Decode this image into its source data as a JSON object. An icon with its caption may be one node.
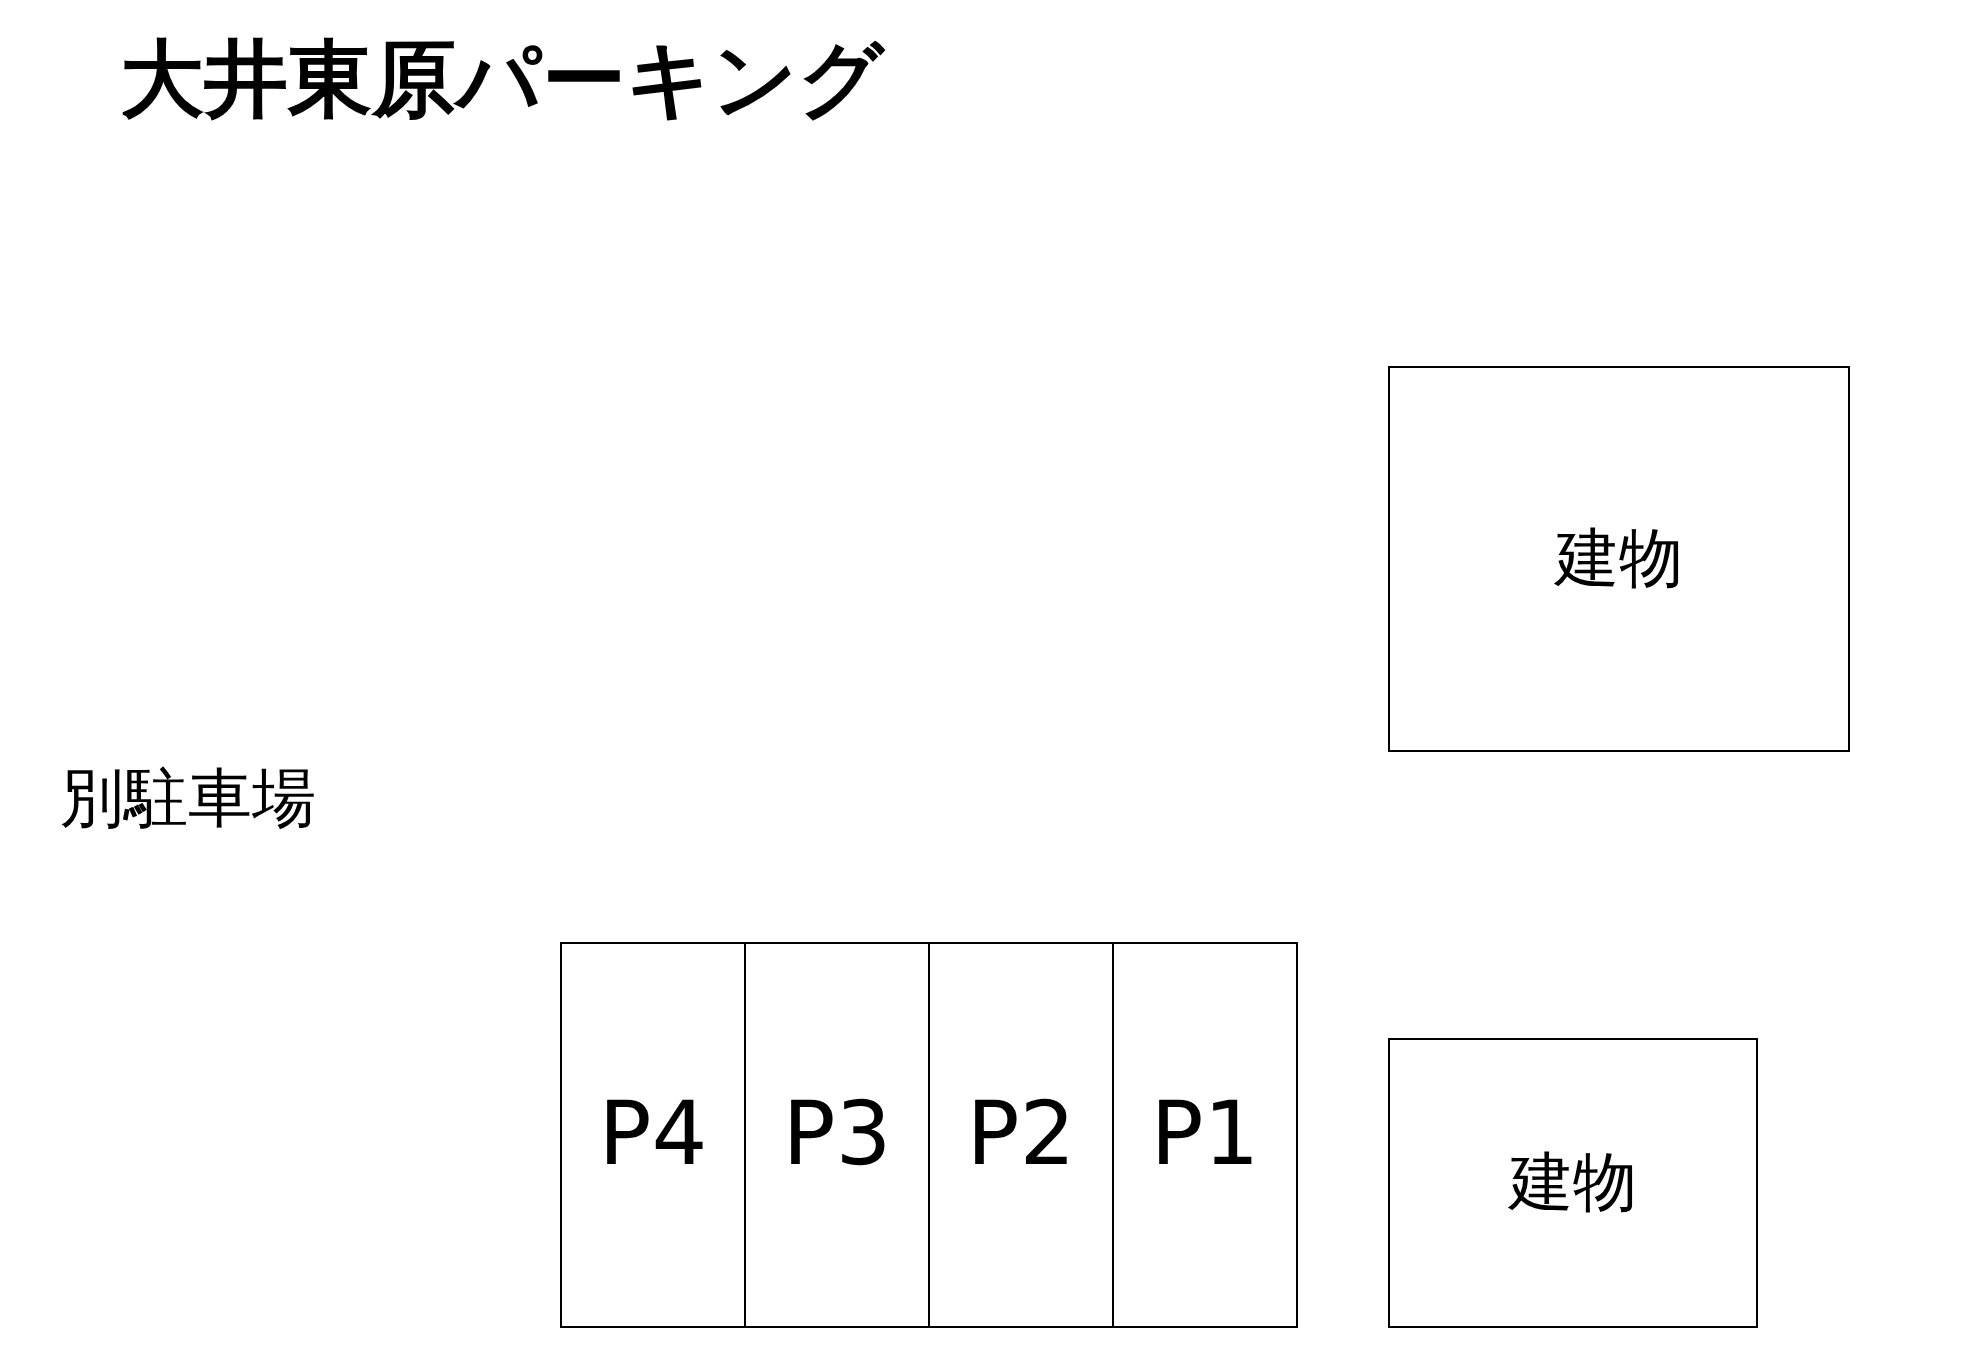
{
  "diagram": {
    "title": "大井東原パーキング",
    "nodes": [
      {
        "text": [
          "建物"
        ]
      },
      {
        "text": [
          "P4"
        ]
      },
      {
        "text": [
          "P3"
        ]
      },
      {
        "text": [
          "P2"
        ]
      },
      {
        "text": [
          "P1"
        ]
      },
      {
        "text": [
          "建物"
        ]
      }
    ],
    "labels": [
      "別駐車場"
    ]
  }
}
